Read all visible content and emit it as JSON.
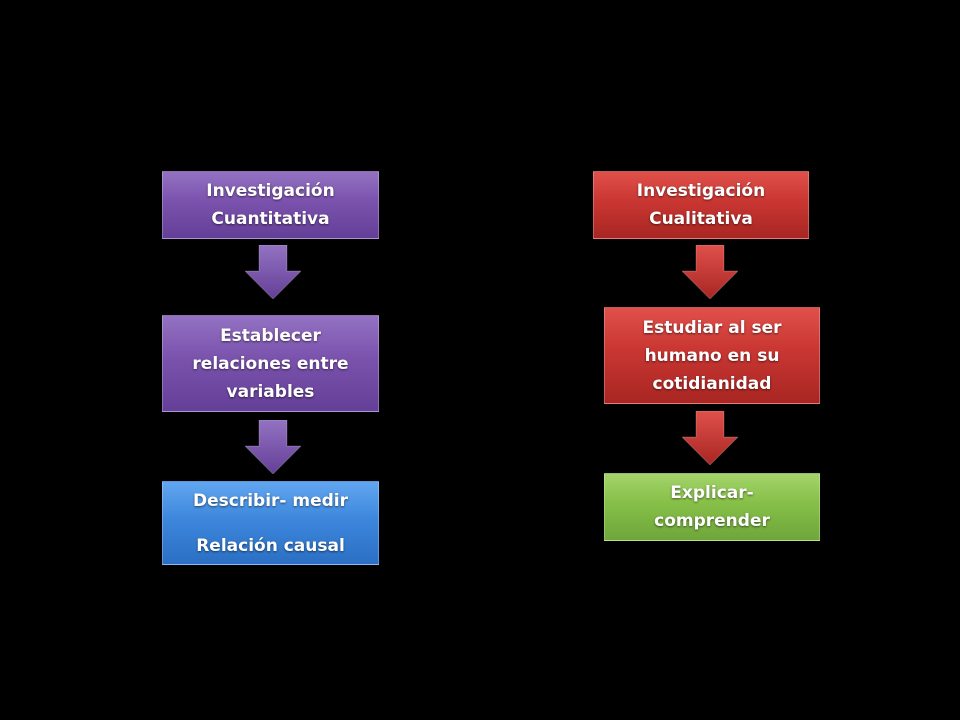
{
  "diagram": {
    "left": {
      "top_box": [
        "Investigación",
        "Cuantitativa"
      ],
      "middle_box": [
        "Establecer",
        "relaciones entre",
        "variables"
      ],
      "bottom_box": [
        "Describir- medir",
        "Relación causal"
      ]
    },
    "right": {
      "top_box": [
        "Investigación",
        "Cualitativa"
      ],
      "middle_box": [
        "Estudiar al ser",
        "humano en su",
        "cotidianidad"
      ],
      "bottom_box": [
        "Explicar-",
        "comprender"
      ]
    }
  },
  "colors": {
    "background": "#000000",
    "purple": "#7a52ad",
    "blue": "#3d87dc",
    "red": "#c93632",
    "green": "#86bf48",
    "text": "#ffffff"
  }
}
